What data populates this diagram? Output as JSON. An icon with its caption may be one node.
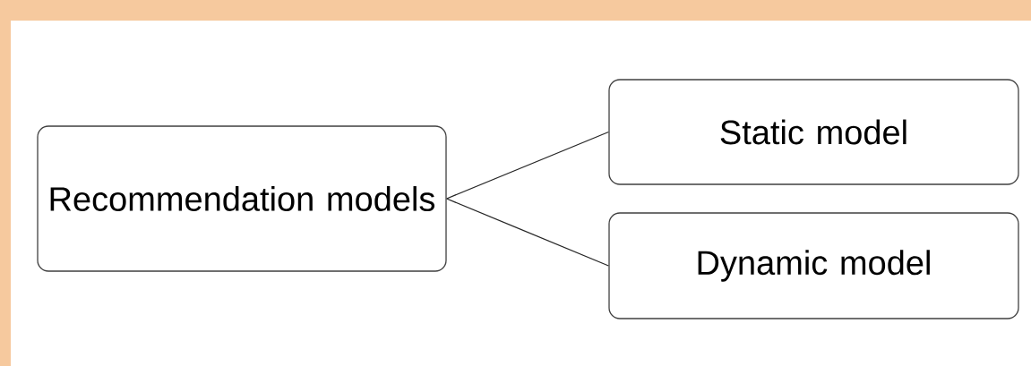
{
  "diagram": {
    "nodes": [
      {
        "text": [
          "Recommendation models"
        ]
      },
      {
        "text": [
          "Static model"
        ]
      },
      {
        "text": [
          "Dynamic model"
        ]
      }
    ],
    "edges": [
      {
        "from": 0,
        "to": 1,
        "arrow": "none"
      },
      {
        "from": 0,
        "to": 2,
        "arrow": "none"
      }
    ]
  }
}
